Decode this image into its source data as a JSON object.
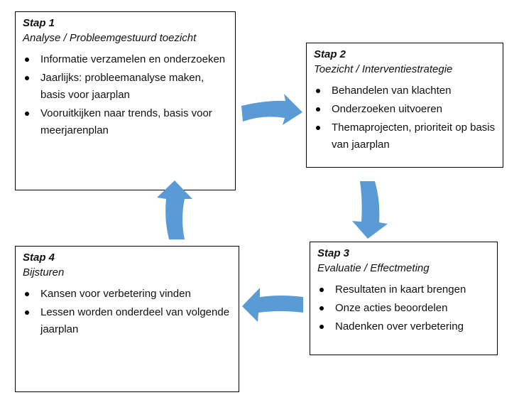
{
  "colors": {
    "arrow": "#5b9bd5",
    "box_border": "#000000",
    "text": "#111111"
  },
  "steps": [
    {
      "title": "Stap 1",
      "subtitle": "Analyse / Probleemgestuurd toezicht",
      "items": [
        "Informatie verzamelen en onderzoeken",
        "Jaarlijks: probleemanalyse maken, basis voor jaarplan",
        "Vooruitkijken naar trends, basis voor meerjarenplan"
      ]
    },
    {
      "title": "Stap 2",
      "subtitle": "Toezicht / Interventiestrategie",
      "items": [
        "Behandelen van klachten",
        "Onderzoeken uitvoeren",
        "Themaprojecten, prioriteit op basis van jaarplan"
      ]
    },
    {
      "title": "Stap 3",
      "subtitle": "Evaluatie / Effectmeting",
      "items": [
        "Resultaten in kaart brengen",
        "Onze acties beoordelen",
        "Nadenken over verbetering"
      ]
    },
    {
      "title": "Stap 4",
      "subtitle": "Bijsturen",
      "items": [
        "Kansen voor verbetering vinden",
        "Lessen worden onderdeel van volgende jaarplan"
      ]
    }
  ]
}
